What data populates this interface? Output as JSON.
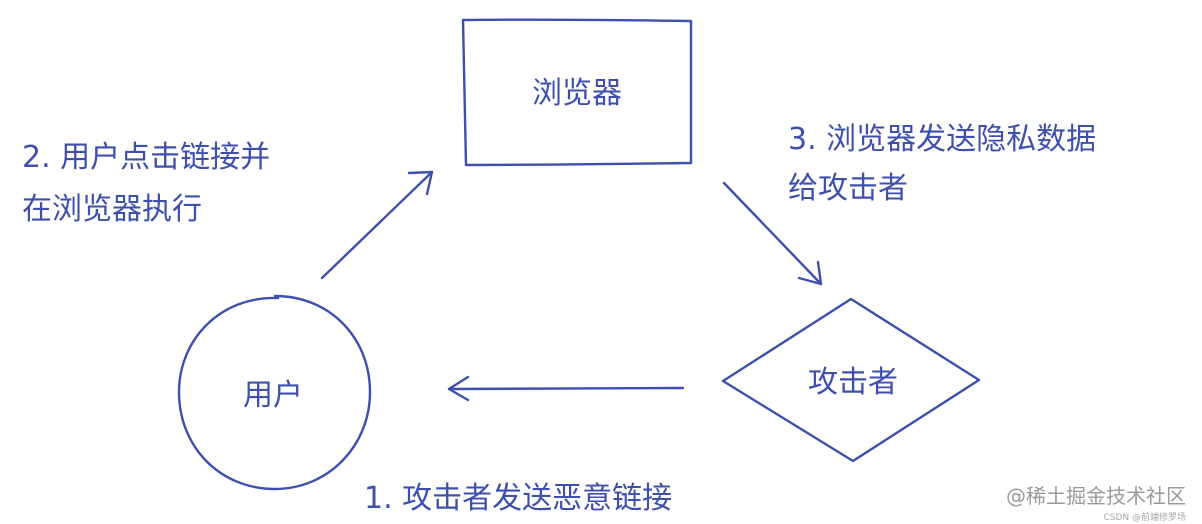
{
  "colors": {
    "ink": "#3f4fae",
    "watermark": "#9a9a9a"
  },
  "nodes": {
    "browser": {
      "shape": "rectangle",
      "label": "浏览器"
    },
    "user": {
      "shape": "circle",
      "label": "用户"
    },
    "attacker": {
      "shape": "diamond",
      "label": "攻击者"
    }
  },
  "edges": {
    "step1": {
      "from": "attacker",
      "to": "user",
      "label": "1. 攻击者发送恶意链接"
    },
    "step2": {
      "from": "user",
      "to": "browser",
      "lines": [
        "2. 用户点击链接并",
        "在浏览器执行"
      ]
    },
    "step3": {
      "from": "browser",
      "to": "attacker",
      "lines": [
        "3. 浏览器发送隐私数据",
        "给攻击者"
      ]
    }
  },
  "watermark": {
    "main": "@稀土掘金技术社区",
    "sub": "CSDN @前端修罗场"
  }
}
